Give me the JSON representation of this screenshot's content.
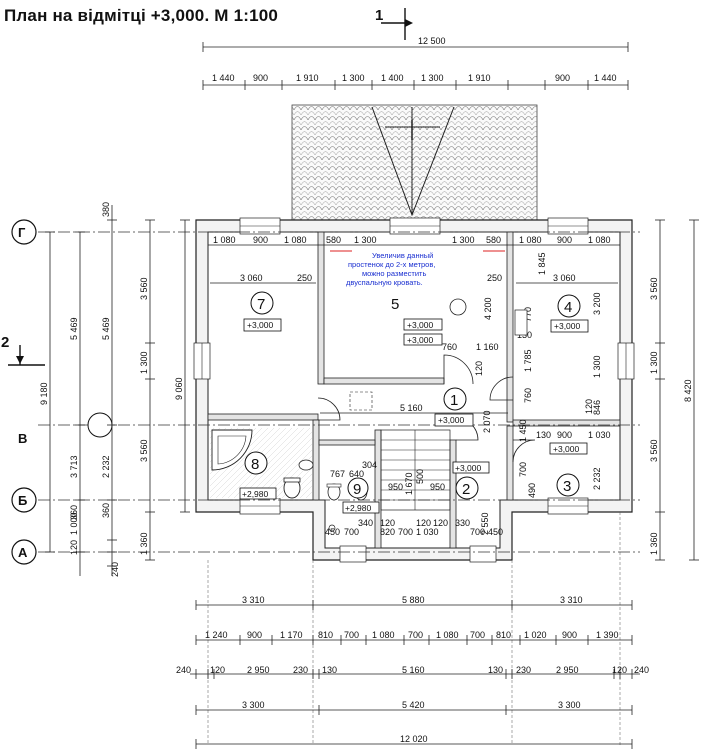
{
  "drawing": {
    "title": "План на відмітці +3,000. М 1:100",
    "section_1": "1",
    "section_2": "2"
  },
  "axes": {
    "G": "Г",
    "V": "В",
    "B": "Б",
    "A": "А"
  },
  "rooms": [
    {
      "number": "1",
      "level": "+3,000"
    },
    {
      "number": "2",
      "level": "+3,000"
    },
    {
      "number": "3",
      "level": "+3,000"
    },
    {
      "number": "4",
      "level": "+3,000"
    },
    {
      "number": "5",
      "level": "+3,000",
      "level2": "+3,000"
    },
    {
      "number": "7",
      "level": "+3,000"
    },
    {
      "number": "8",
      "level": "+2,980"
    },
    {
      "number": "9",
      "level": "+2,980"
    }
  ],
  "note": {
    "line1": "Увеличив данный",
    "line2": "простенок до 2-х метров,",
    "line3": "можно разместить",
    "line4": "двуспальную кровать."
  },
  "dims_top": {
    "overall": "12 500",
    "segments": [
      "1 440",
      "900",
      "1 910",
      "1 300",
      "1 400",
      "1 300",
      "1 910",
      "900",
      "1 440"
    ]
  },
  "dims_inner_top": {
    "left": [
      "1 080",
      "900",
      "1 080"
    ],
    "mid": [
      "580",
      "1 300",
      "1 300",
      "580"
    ],
    "right": [
      "1 080",
      "900",
      "1 080"
    ]
  },
  "dims_bottom": {
    "row1": [
      "3 310",
      "5 880",
      "3 310"
    ],
    "row2": [
      "1 240",
      "900",
      "1 170",
      "810",
      "700",
      "1 080",
      "700",
      "1 080",
      "700",
      "810",
      "1 020",
      "900",
      "1 390"
    ],
    "row3": [
      "240",
      "120",
      "2 950",
      "230",
      "130",
      "5 160",
      "130",
      "230",
      "2 950",
      "120",
      "240"
    ],
    "row4": [
      "3 300",
      "5 420",
      "3 300"
    ],
    "overall": "12 020"
  },
  "dims_left": {
    "outer": "9 180",
    "mid": [
      "5 469",
      "3 713",
      "1 000",
      "360",
      "120",
      "240"
    ],
    "mid2": [
      "5 469",
      "2 232",
      "360",
      "1 360"
    ],
    "top": "380",
    "inner": [
      "3 560",
      "1 300",
      "3 560",
      "1 360"
    ],
    "room_height": "9 060"
  },
  "dims_right": {
    "inner": [
      "3 560",
      "1 300",
      "3 560",
      "1 360"
    ],
    "outer": "8 420",
    "room4": [
      "1 845",
      "3 200",
      "1 300",
      "846"
    ],
    "room3": [
      "2 232"
    ]
  },
  "dims_interior": {
    "r7_width": "3 060",
    "r7_side": "250",
    "r4_width": "3 060",
    "r4_side": "250",
    "hall_width": "5 160",
    "r5_depth": "4 200",
    "r5_a": "760",
    "r5_b": "1 160",
    "r5_c": "120",
    "hall_depth": "2 070",
    "r4_770": "770",
    "r4_130": "130",
    "r4_1785": "1 785",
    "r4_760": "760",
    "r4_120": "120",
    "r3_130": "130",
    "r3_900": "900",
    "r3_1030": "1 030",
    "r3_1450": "1 450",
    "r3_700": "700",
    "r3_490": "490",
    "r2_2550": "2 550",
    "r9_767": "767",
    "r9_640": "640",
    "r9_304": "304",
    "stair_950a": "950",
    "stair_1670": "1 670",
    "stair_500": "500",
    "stair_950b": "950",
    "bot_450a": "450",
    "bot_700a": "700",
    "bot_340": "340",
    "bot_120a": "120",
    "bot_820": "820",
    "bot_700b": "700",
    "bot_120b": "120",
    "bot_1030": "1 030",
    "bot_120c": "120",
    "bot_330": "330",
    "bot_700c": "700",
    "bot_450b": "450"
  }
}
